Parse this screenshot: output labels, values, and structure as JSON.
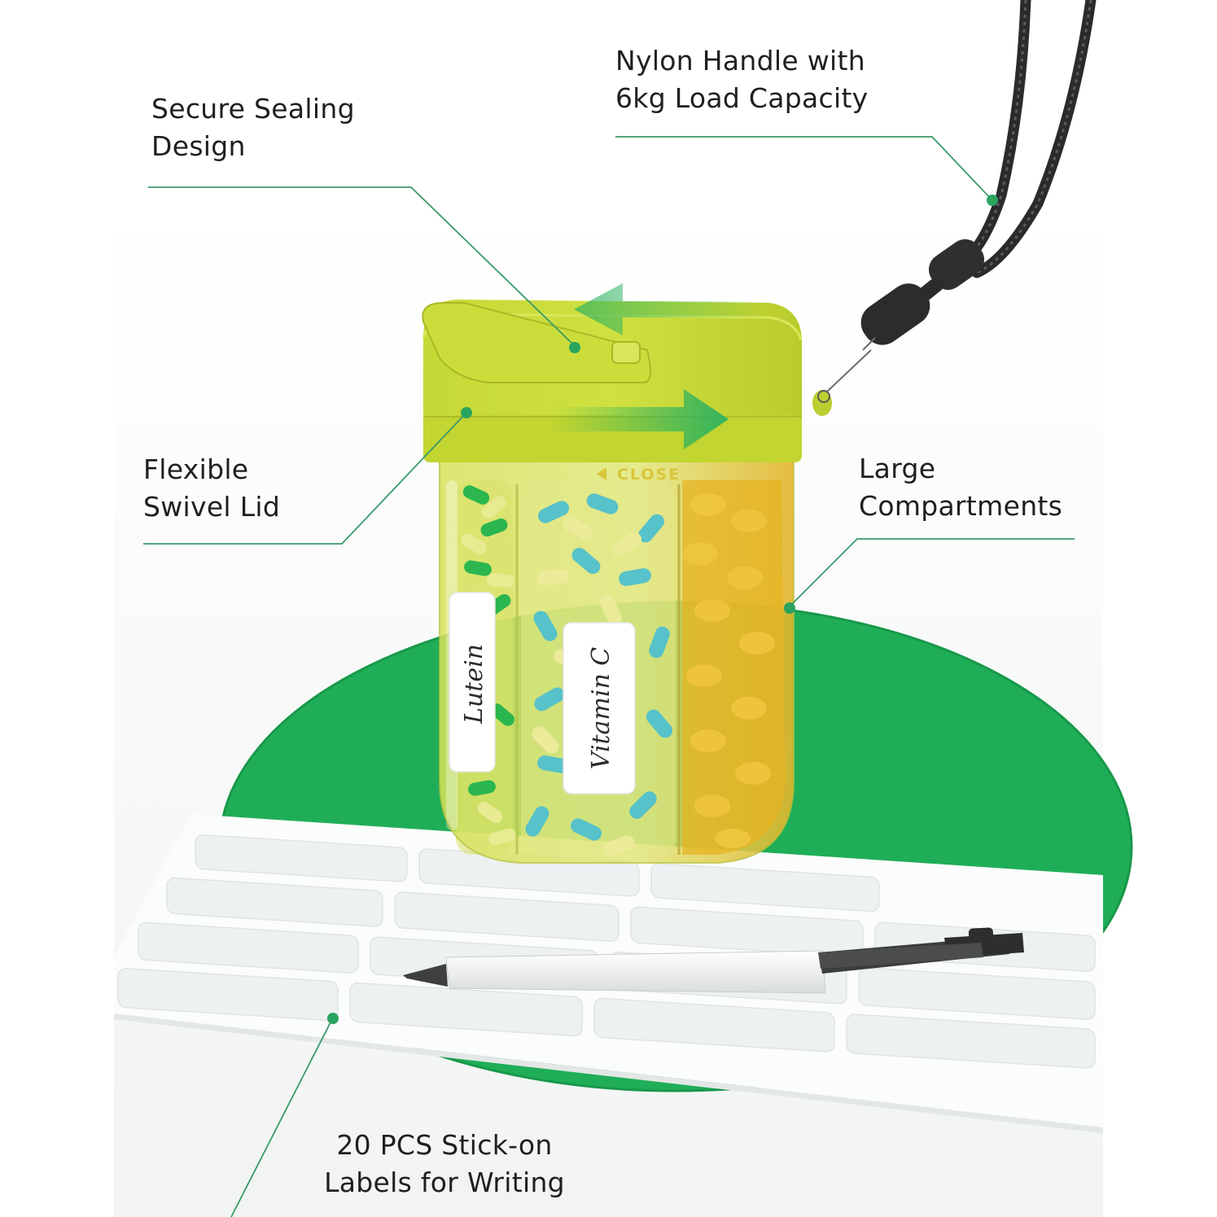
{
  "callouts": {
    "sealing": {
      "line1": "Secure Sealing",
      "line2": "Design"
    },
    "handle": {
      "line1": "Nylon Handle with",
      "line2": "6kg Load Capacity"
    },
    "swivel": {
      "line1": "Flexible",
      "line2": "Swivel Lid"
    },
    "compartments": {
      "line1": "Large",
      "line2": "Compartments"
    },
    "labels": {
      "line1": "20 PCS Stick-on",
      "line2": "Labels for Writing"
    }
  },
  "product": {
    "lid_marking": "CLOSE",
    "label_left": "Lutein",
    "label_right": "Vitamin C"
  },
  "colors": {
    "accent_green": "#2aa45f",
    "lid_yellow": "#c9dc38",
    "platter_green": "#1fae57",
    "text": "#1f1f1f",
    "leader_line": "#3a9a6a"
  },
  "icons": {
    "rotate_arrows": "swivel-arrows-icon"
  }
}
